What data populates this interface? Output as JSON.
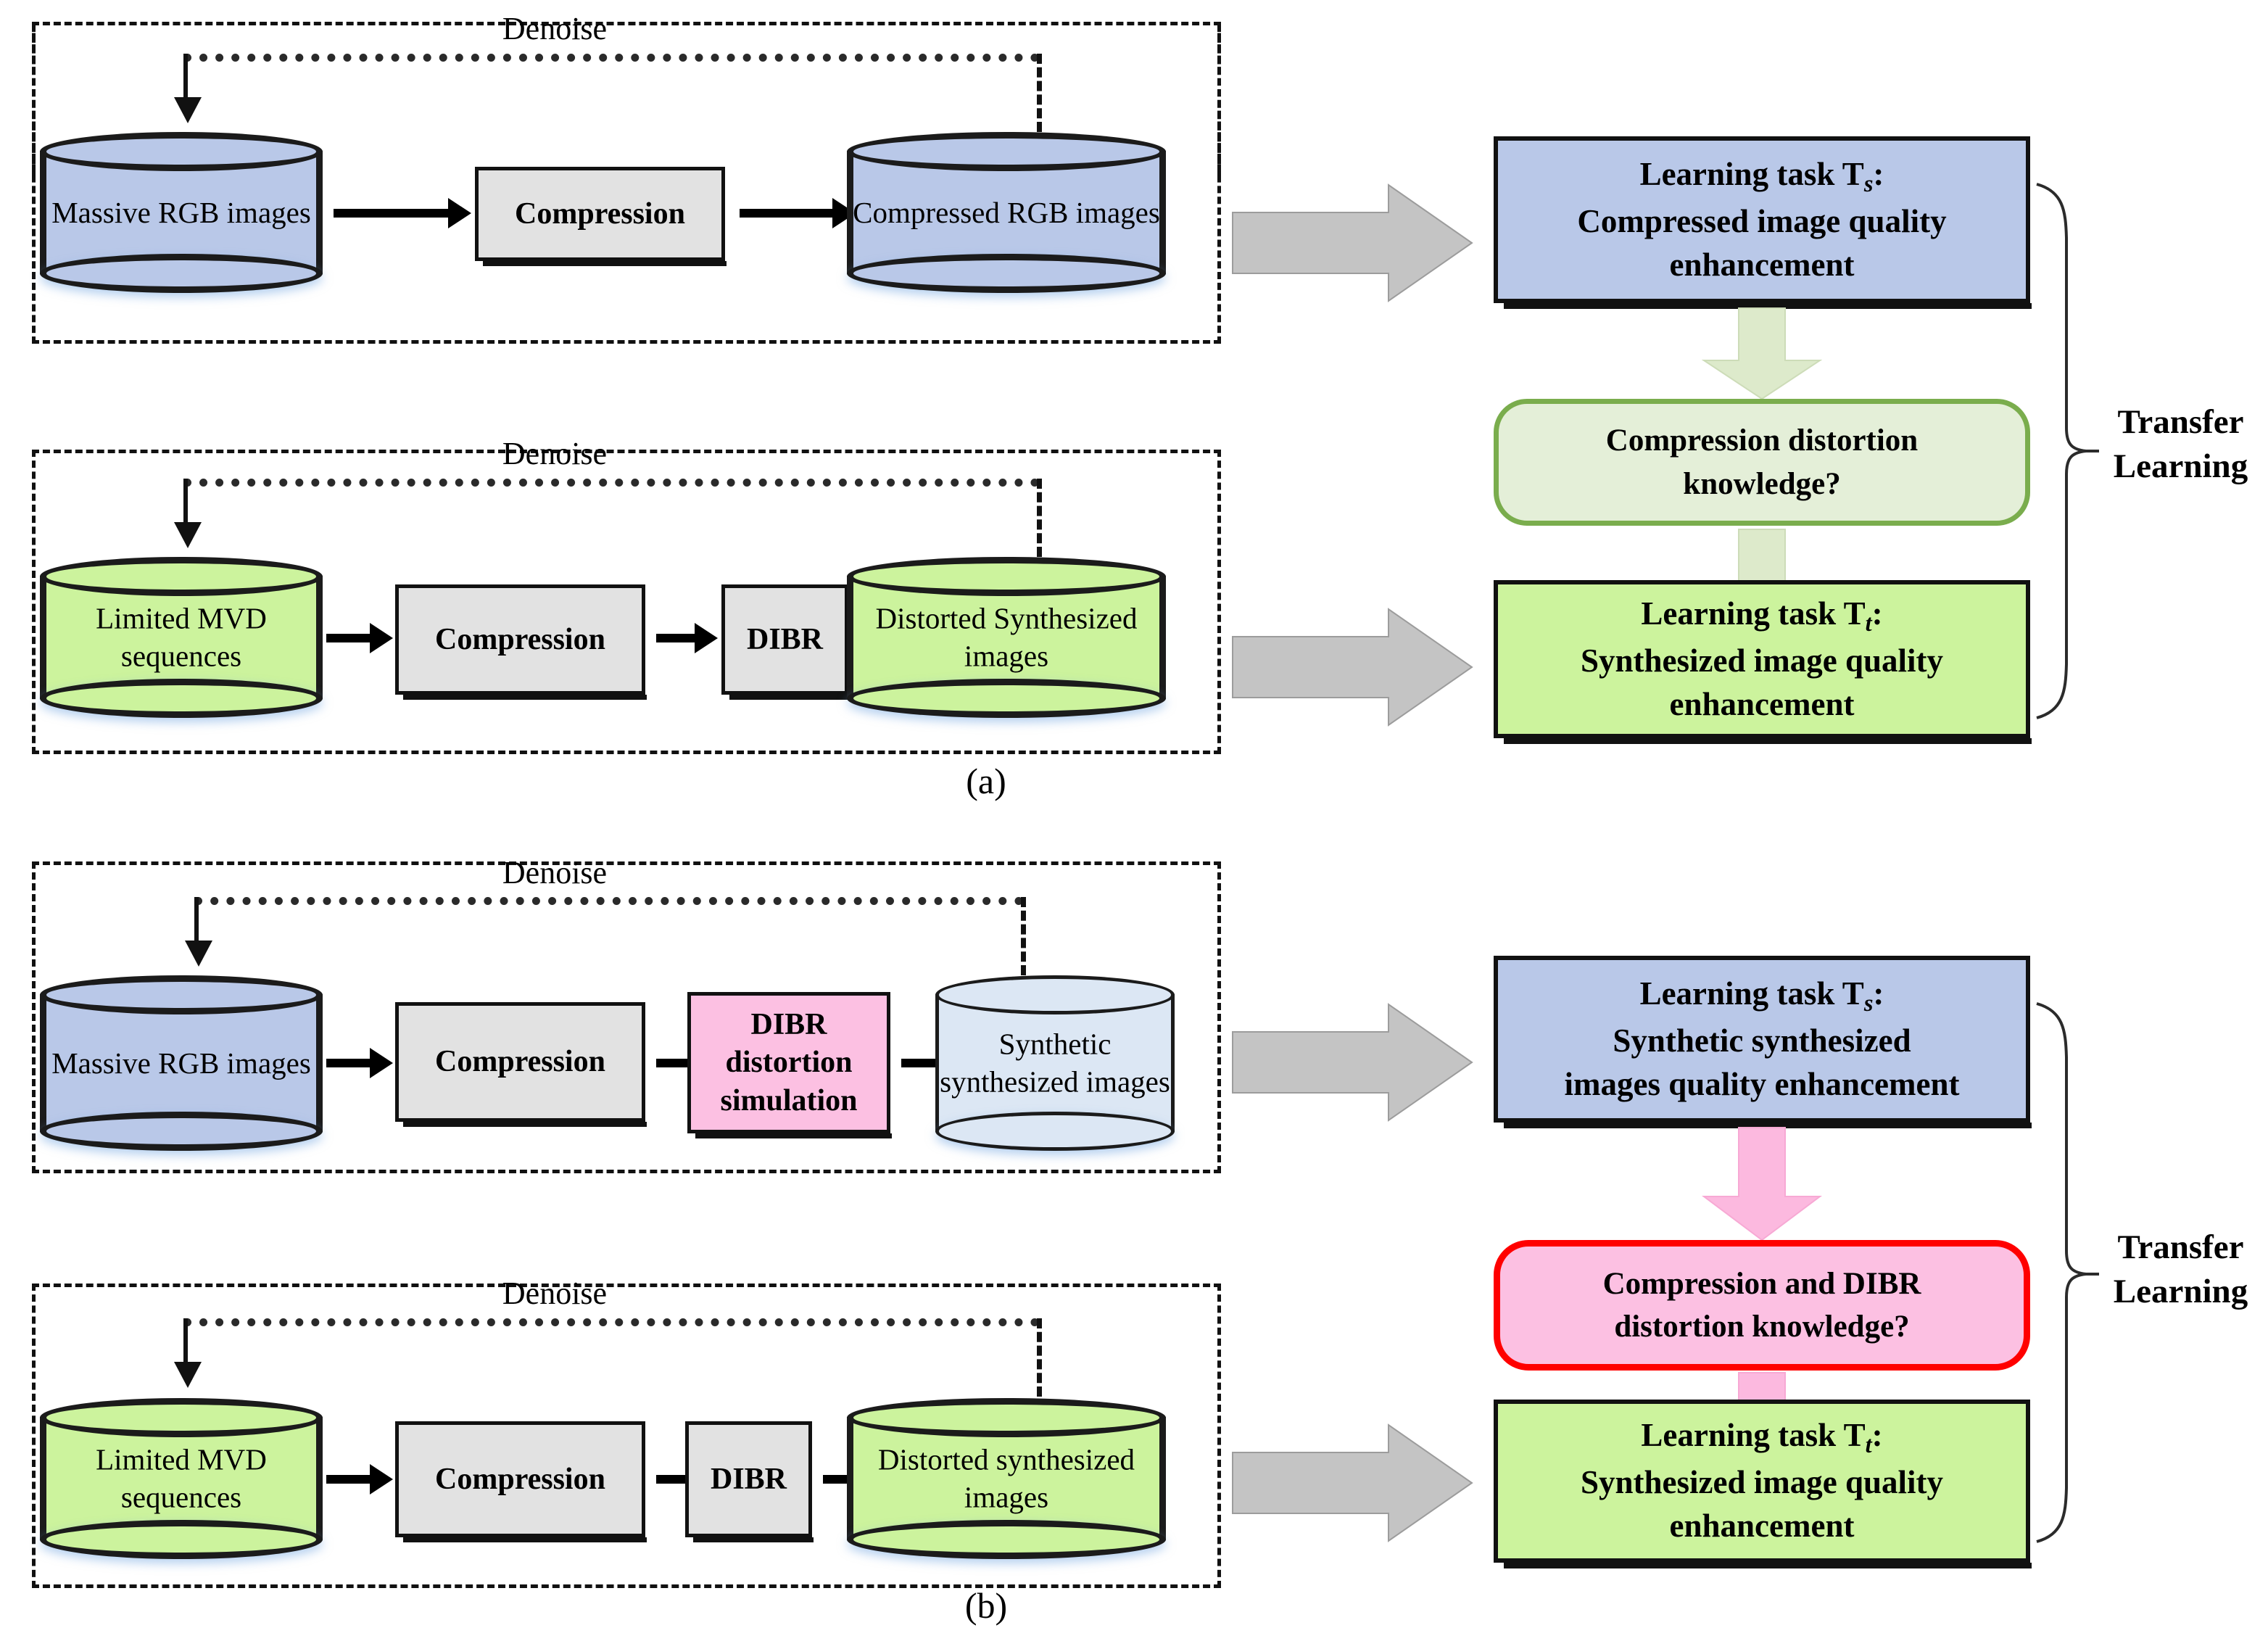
{
  "figure": {
    "panels": [
      {
        "id": "a",
        "caption": "(a)",
        "source_group": {
          "denoise_label": "Denoise",
          "store_in": "Massive RGB images",
          "processes": [
            "Compression"
          ],
          "store_out": "Compressed RGB images"
        },
        "target_group": {
          "denoise_label": "Denoise",
          "store_in": "Limited MVD sequences",
          "processes": [
            "Compression",
            "DIBR"
          ],
          "store_out": "Distorted Synthesized images"
        },
        "source_task": {
          "line1": "Learning task T",
          "sub": "s",
          "line1_tail": ":",
          "line2": "Compressed image quality",
          "line3": "enhancement"
        },
        "knowledge": {
          "line1": "Compression distortion",
          "line2": "knowledge?"
        },
        "target_task": {
          "line1": "Learning task T",
          "sub": "t",
          "line1_tail": ":",
          "line2": "Synthesized image quality",
          "line3": "enhancement"
        },
        "brace_label_line1": "Transfer",
        "brace_label_line2": "Learning"
      },
      {
        "id": "b",
        "caption": "(b)",
        "source_group": {
          "denoise_label": "Denoise",
          "store_in": "Massive RGB images",
          "processes": [
            "Compression",
            "DIBR distortion simulation"
          ],
          "store_out": "Synthetic synthesized images"
        },
        "target_group": {
          "denoise_label": "Denoise",
          "store_in": "Limited MVD sequences",
          "processes": [
            "Compression",
            "DIBR"
          ],
          "store_out": "Distorted synthesized images"
        },
        "source_task": {
          "line1": "Learning task T",
          "sub": "s",
          "line1_tail": ":",
          "line2": "Synthetic synthesized",
          "line3": "images quality enhancement"
        },
        "knowledge": {
          "line1": "Compression and DIBR",
          "line2": "distortion knowledge?"
        },
        "target_task": {
          "line1": "Learning task T",
          "sub": "t",
          "line1_tail": ":",
          "line2": "Synthesized image quality",
          "line3": "enhancement"
        },
        "brace_label_line1": "Transfer",
        "brace_label_line2": "Learning"
      }
    ]
  },
  "colors": {
    "rgb_cylinder": "#b9c8e8",
    "mvd_cylinder": "#ccf39d",
    "synthetic_cylinder": "#dce7f4",
    "process_box": "#e2e2e2",
    "dibr_sim_box": "#fcc0e2",
    "task_source": "#b9c8e8",
    "task_target": "#ccf39d",
    "knowledge_a_fill": "#e4efd8",
    "knowledge_a_border": "#7aad4d",
    "knowledge_b_fill": "#fcc0e2",
    "knowledge_b_border": "#ff0000",
    "block_arrow": "#c4c4c4",
    "vfat_arrow_a": "#ddeacb",
    "vfat_arrow_b": "#fcb9df",
    "outline": "#111111"
  }
}
